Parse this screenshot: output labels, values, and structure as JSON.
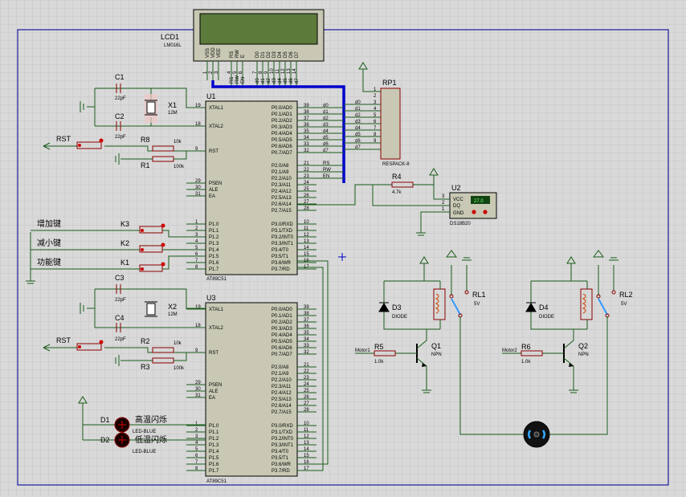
{
  "lcd": {
    "ref": "LCD1",
    "model": "LM016L",
    "pins": [
      "VSS",
      "VDD",
      "VEE",
      "RS",
      "RW",
      "E",
      "D0",
      "D1",
      "D2",
      "D3",
      "D4",
      "D5",
      "D6",
      "D7"
    ],
    "pin_numbers": [
      "1",
      "2",
      "3",
      "4",
      "5",
      "6",
      "7",
      "8",
      "9",
      "10",
      "11",
      "12",
      "13",
      "14"
    ],
    "wire_labels": [
      "RS",
      "RW",
      "EN",
      "d0",
      "d1",
      "d2",
      "d3",
      "d4",
      "d5",
      "d6",
      "d7"
    ]
  },
  "u1": {
    "ref": "U1",
    "model": "AT89C51",
    "left_pins": [
      {
        "name": "XTAL1",
        "num": "19"
      },
      {
        "name": "XTAL2",
        "num": "18"
      },
      {
        "name": "RST",
        "num": "9"
      },
      {
        "name": "PSEN",
        "num": "29"
      },
      {
        "name": "ALE",
        "num": "30"
      },
      {
        "name": "EA",
        "num": "31"
      },
      {
        "name": "P1.0",
        "num": "1"
      },
      {
        "name": "P1.1",
        "num": "2"
      },
      {
        "name": "P1.2",
        "num": "3"
      },
      {
        "name": "P1.3",
        "num": "4"
      },
      {
        "name": "P1.4",
        "num": "5"
      },
      {
        "name": "P1.5",
        "num": "6"
      },
      {
        "name": "P1.6",
        "num": "7"
      },
      {
        "name": "P1.7",
        "num": "8"
      }
    ],
    "right_pins": [
      {
        "name": "P0.0/AD0",
        "num": "39",
        "net": "d0"
      },
      {
        "name": "P0.1/AD1",
        "num": "38",
        "net": "d1"
      },
      {
        "name": "P0.2/AD2",
        "num": "37",
        "net": "d2"
      },
      {
        "name": "P0.3/AD3",
        "num": "36",
        "net": "d3"
      },
      {
        "name": "P0.4/AD4",
        "num": "35",
        "net": "d4"
      },
      {
        "name": "P0.5/AD5",
        "num": "34",
        "net": "d5"
      },
      {
        "name": "P0.6/AD6",
        "num": "33",
        "net": "d6"
      },
      {
        "name": "P0.7/AD7",
        "num": "32",
        "net": "d7"
      },
      {
        "name": "P2.0/A8",
        "num": "21",
        "net": "RS"
      },
      {
        "name": "P2.1/A9",
        "num": "22",
        "net": "RW"
      },
      {
        "name": "P2.2/A10",
        "num": "23",
        "net": "EN"
      },
      {
        "name": "P2.3/A11",
        "num": "24",
        "net": ""
      },
      {
        "name": "P2.4/A12",
        "num": "25",
        "net": ""
      },
      {
        "name": "P2.5/A13",
        "num": "26",
        "net": ""
      },
      {
        "name": "P2.6/A14",
        "num": "27",
        "net": ""
      },
      {
        "name": "P2.7/A15",
        "num": "28",
        "net": ""
      },
      {
        "name": "P3.0/RXD",
        "num": "10",
        "net": ""
      },
      {
        "name": "P3.1/TXD",
        "num": "11",
        "net": ""
      },
      {
        "name": "P3.2/INT0",
        "num": "12",
        "net": ""
      },
      {
        "name": "P3.3/INT1",
        "num": "13",
        "net": ""
      },
      {
        "name": "P3.4/T0",
        "num": "14",
        "net": ""
      },
      {
        "name": "P3.5/T1",
        "num": "15",
        "net": ""
      },
      {
        "name": "P3.6/WR",
        "num": "16",
        "net": ""
      },
      {
        "name": "P3.7/RD",
        "num": "17",
        "net": ""
      }
    ]
  },
  "u3": {
    "ref": "U3",
    "model": "AT89C51"
  },
  "rp1": {
    "ref": "RP1",
    "model": "RESPACK-8",
    "pins": [
      "1",
      "2",
      "3",
      "4",
      "5",
      "6",
      "7",
      "8",
      "9"
    ],
    "nets": [
      "d0",
      "d1",
      "d2",
      "d3",
      "d4",
      "d5",
      "d6",
      "d7"
    ]
  },
  "u2": {
    "ref": "U2",
    "model": "DS18B20",
    "pins": [
      "VCC",
      "DQ",
      "GND"
    ],
    "pin_numbers": [
      "3",
      "2",
      "1"
    ],
    "reading": "27.0"
  },
  "r4": {
    "ref": "R4",
    "value": "4.7k"
  },
  "crystals": [
    {
      "ref": "X1",
      "value": "12M"
    },
    {
      "ref": "X2",
      "value": "12M"
    }
  ],
  "caps": [
    {
      "ref": "C1",
      "value": "22pF"
    },
    {
      "ref": "C2",
      "value": "22pF"
    },
    {
      "ref": "C3",
      "value": "22pF"
    },
    {
      "ref": "C4",
      "value": "22pF"
    }
  ],
  "resistors": [
    {
      "ref": "R8",
      "value": "10k"
    },
    {
      "ref": "R1",
      "value": "100k"
    },
    {
      "ref": "R2",
      "value": "10k"
    },
    {
      "ref": "R3",
      "value": "100k"
    },
    {
      "ref": "R5",
      "value": "1.0k"
    },
    {
      "ref": "R6",
      "value": "1.0k"
    }
  ],
  "rst_label": "RST",
  "keys": [
    {
      "ref": "K3",
      "label": "增加键"
    },
    {
      "ref": "K2",
      "label": "减小键"
    },
    {
      "ref": "K1",
      "label": "功能键"
    }
  ],
  "leds": [
    {
      "ref": "D1",
      "label": "高温闪烁",
      "model": "LED-BLUE"
    },
    {
      "ref": "D2",
      "label": "低温闪烁",
      "model": "LED-BLUE"
    }
  ],
  "diodes": [
    {
      "ref": "D3",
      "model": "DIODE"
    },
    {
      "ref": "D4",
      "model": "DIODE"
    }
  ],
  "relays": [
    {
      "ref": "RL1",
      "value": "5V"
    },
    {
      "ref": "RL2",
      "value": "5V"
    }
  ],
  "transistors": [
    {
      "ref": "Q1",
      "type": "NPN",
      "net": "Motor1"
    },
    {
      "ref": "Q2",
      "type": "NPN",
      "net": "Motor2"
    }
  ],
  "colors": {
    "wire": "#1a5c1a",
    "component": "#8b0000",
    "chip_fill": "#c8c8b4",
    "bus": "#0000cc",
    "border": "#1a1aa0",
    "lcd_screen": "#5c7a3a"
  }
}
